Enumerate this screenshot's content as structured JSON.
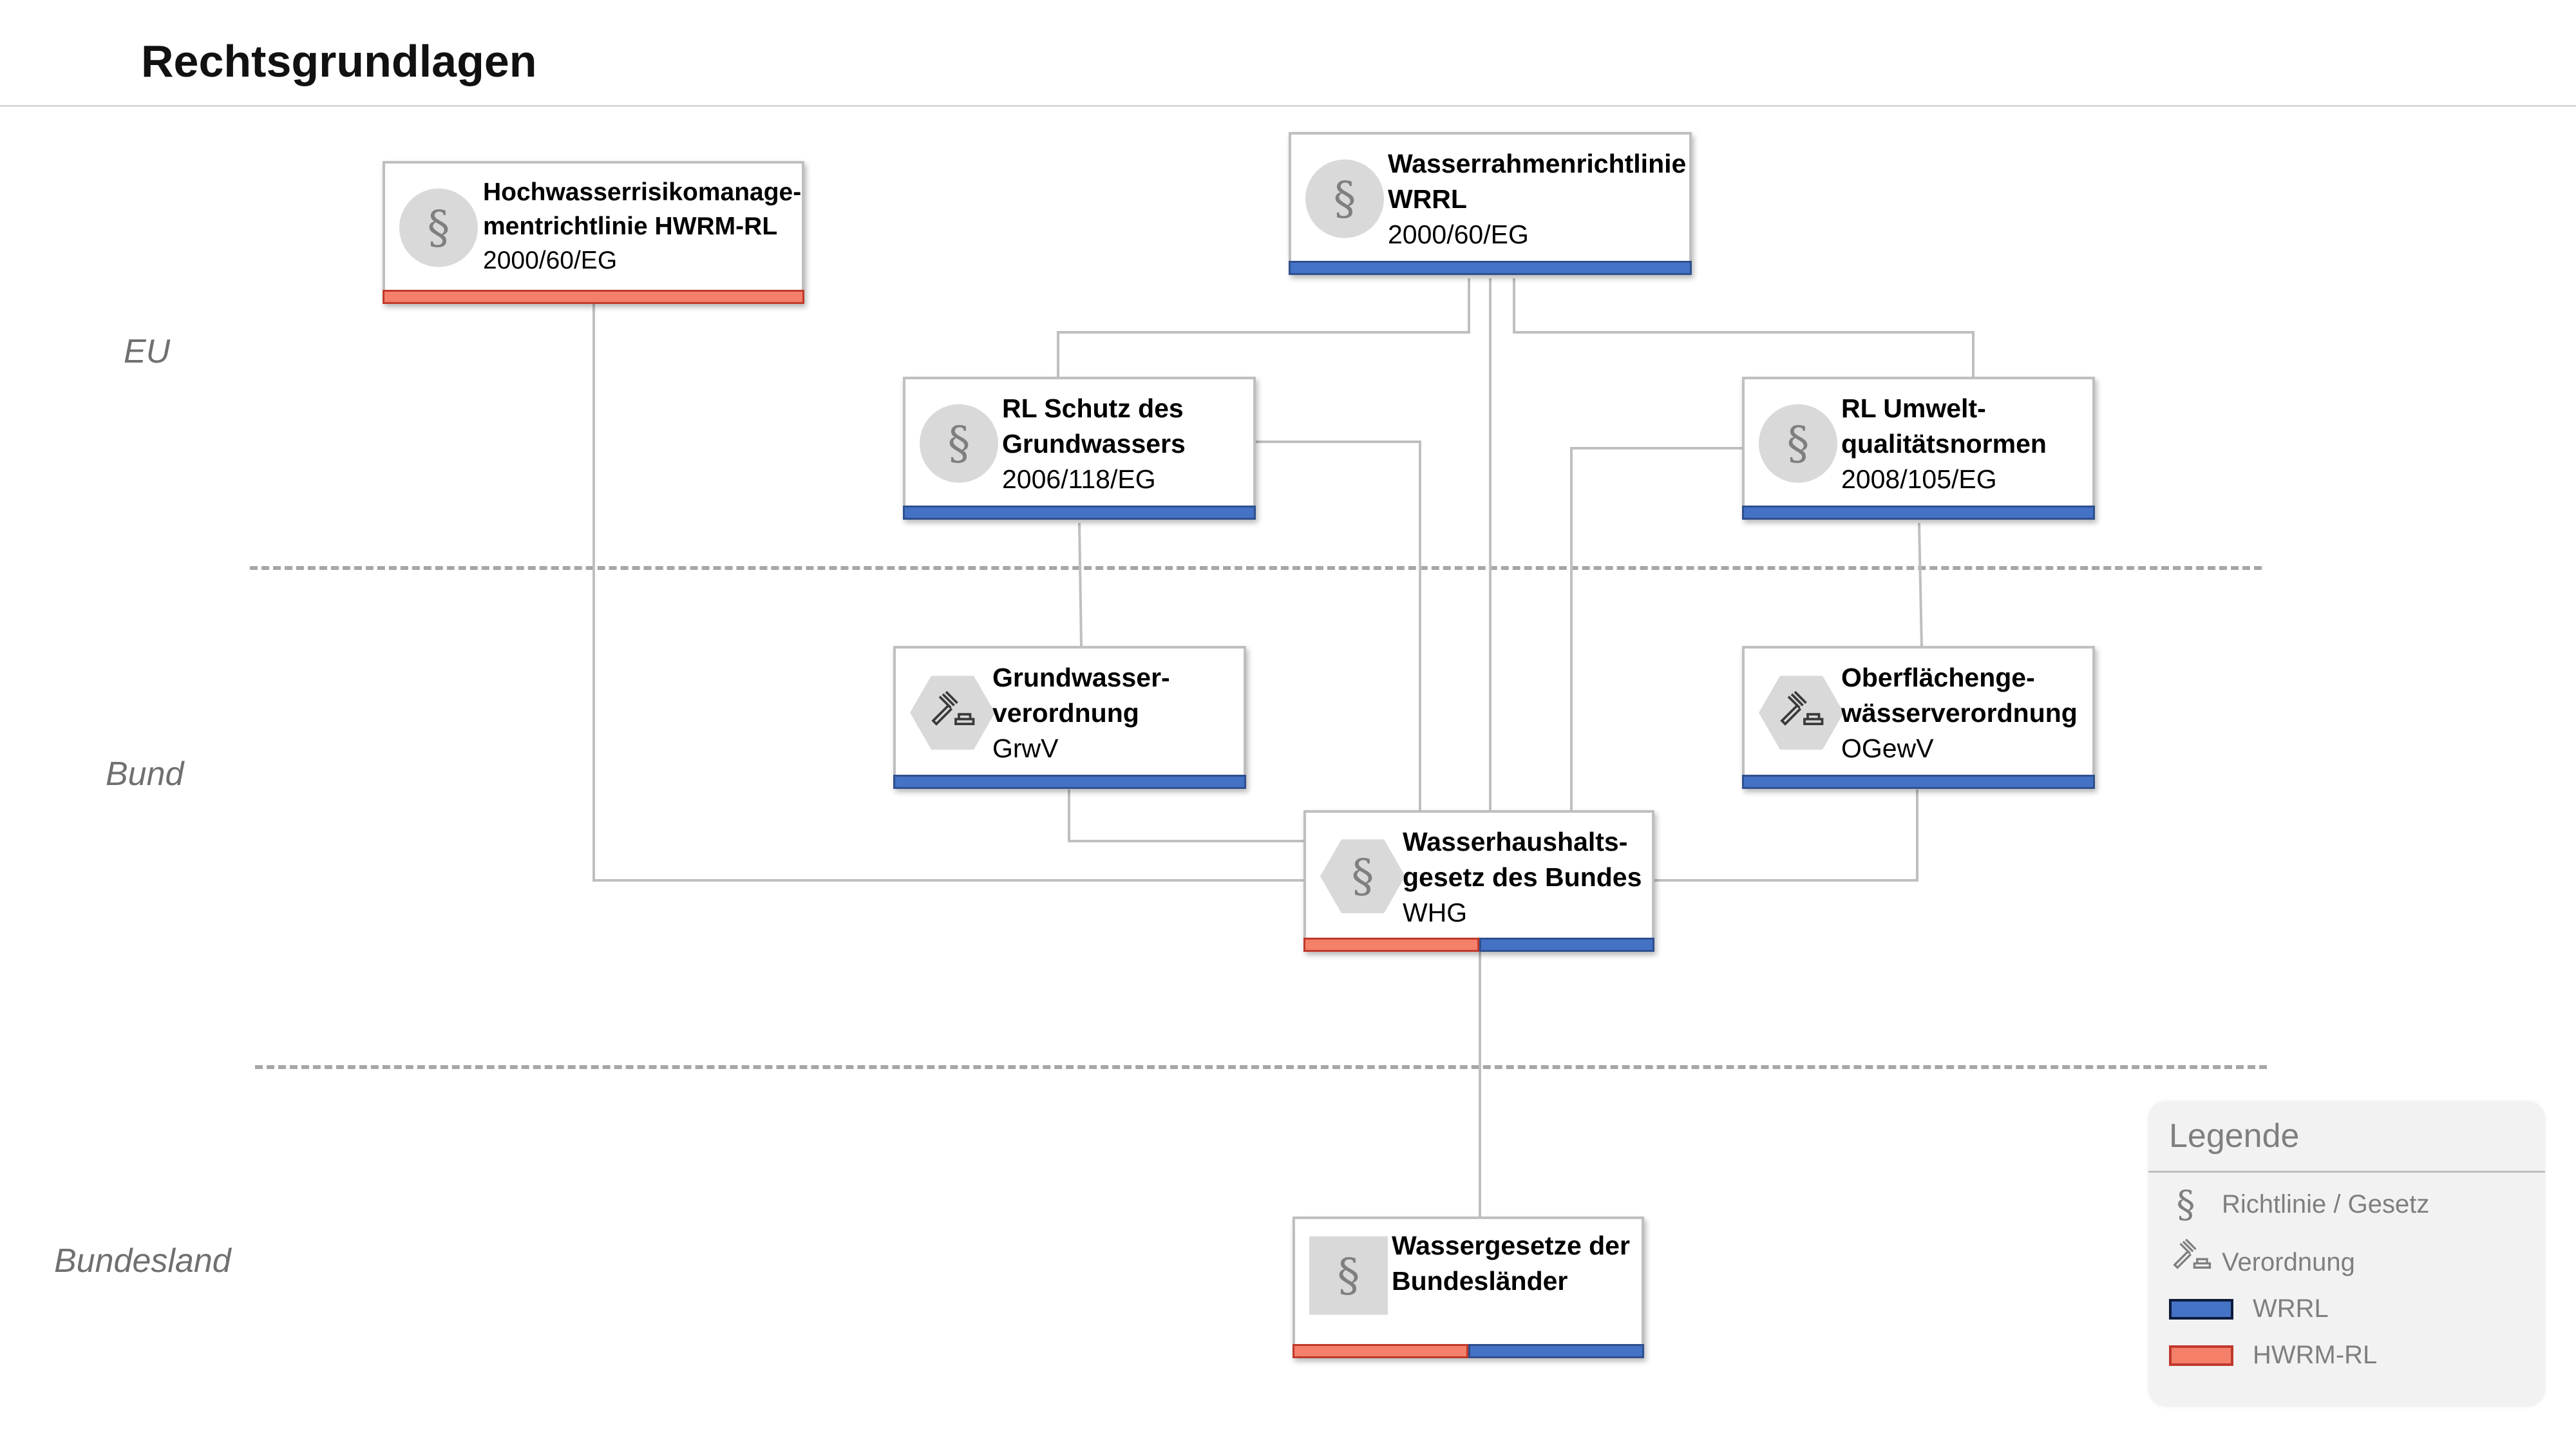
{
  "title": "Rechtsgrundlagen",
  "levels": {
    "eu": "EU",
    "bund": "Bund",
    "land": "Bundesland"
  },
  "nodes": {
    "hwrm": {
      "line1": "Hochwasserrisikomanage-",
      "line2": "mentrichtlinie HWRM-RL",
      "line3": "2000/60/EG",
      "icon": "paragraph-icon"
    },
    "wrrl": {
      "line1": "Wasserrahmenrichtlinie",
      "line2": "WRRL",
      "line3": "2000/60/EG",
      "icon": "paragraph-icon"
    },
    "rlgw": {
      "line1": "RL Schutz des",
      "line2": "Grundwassers",
      "line3": "2006/118/EG",
      "icon": "paragraph-icon"
    },
    "rluqn": {
      "line1": "RL Umwelt-",
      "line2": "qualitätsnormen",
      "line3": "2008/105/EG",
      "icon": "paragraph-icon"
    },
    "grwv": {
      "line1": "Grundwasser-",
      "line2": "verordnung",
      "line3": "GrwV",
      "icon": "gavel-icon"
    },
    "ogewv": {
      "line1": "Oberflächenge-",
      "line2": "wässerverordnung",
      "line3": "OGewV",
      "icon": "gavel-icon"
    },
    "whg": {
      "line1": "Wasserhaushalts-",
      "line2": "gesetz des Bundes",
      "line3": "WHG",
      "icon": "paragraph-icon"
    },
    "wglaender": {
      "line1": "Wassergesetze der",
      "line2": "Bundesländer",
      "icon": "paragraph-icon"
    }
  },
  "legend": {
    "title": "Legende",
    "items": [
      {
        "icon": "paragraph-icon",
        "label": "Richtlinie / Gesetz"
      },
      {
        "icon": "gavel-icon",
        "label": "Verordnung"
      },
      {
        "swatch": "#4472c4",
        "label": "WRRL"
      },
      {
        "swatch": "#f4806a",
        "label": "HWRM-RL"
      }
    ]
  },
  "colors": {
    "wrrl": "#4472c4",
    "hwrm": "#f4806a",
    "connector": "#bfbfbf"
  }
}
